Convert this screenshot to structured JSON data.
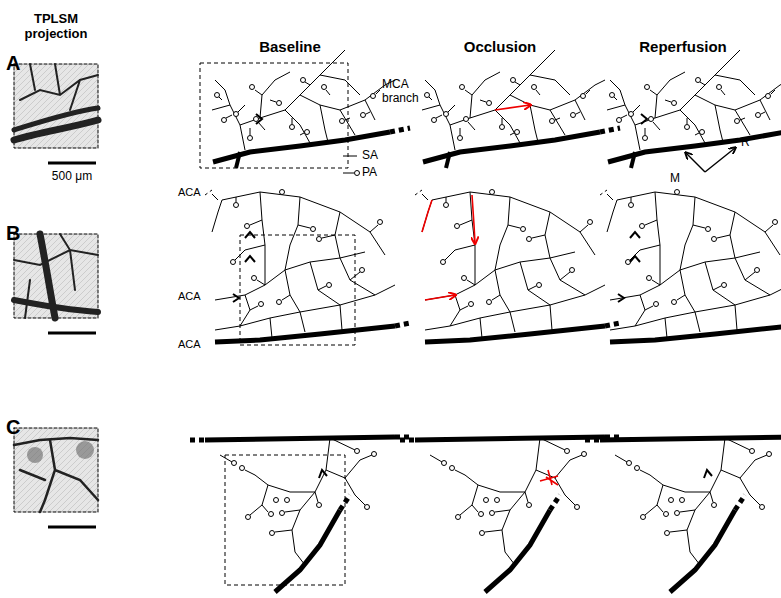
{
  "diagram": {
    "labels": [
      "TPLSM projection",
      "Baseline",
      "Occlusion",
      "Reperfusion",
      "A",
      "B",
      "C",
      "MCA branch",
      "500 μm",
      "M",
      "R",
      "ACA",
      "ACA",
      "ACA"
    ],
    "legend": [
      {
        "text": "SA"
      },
      {
        "text": "PA"
      }
    ]
  }
}
